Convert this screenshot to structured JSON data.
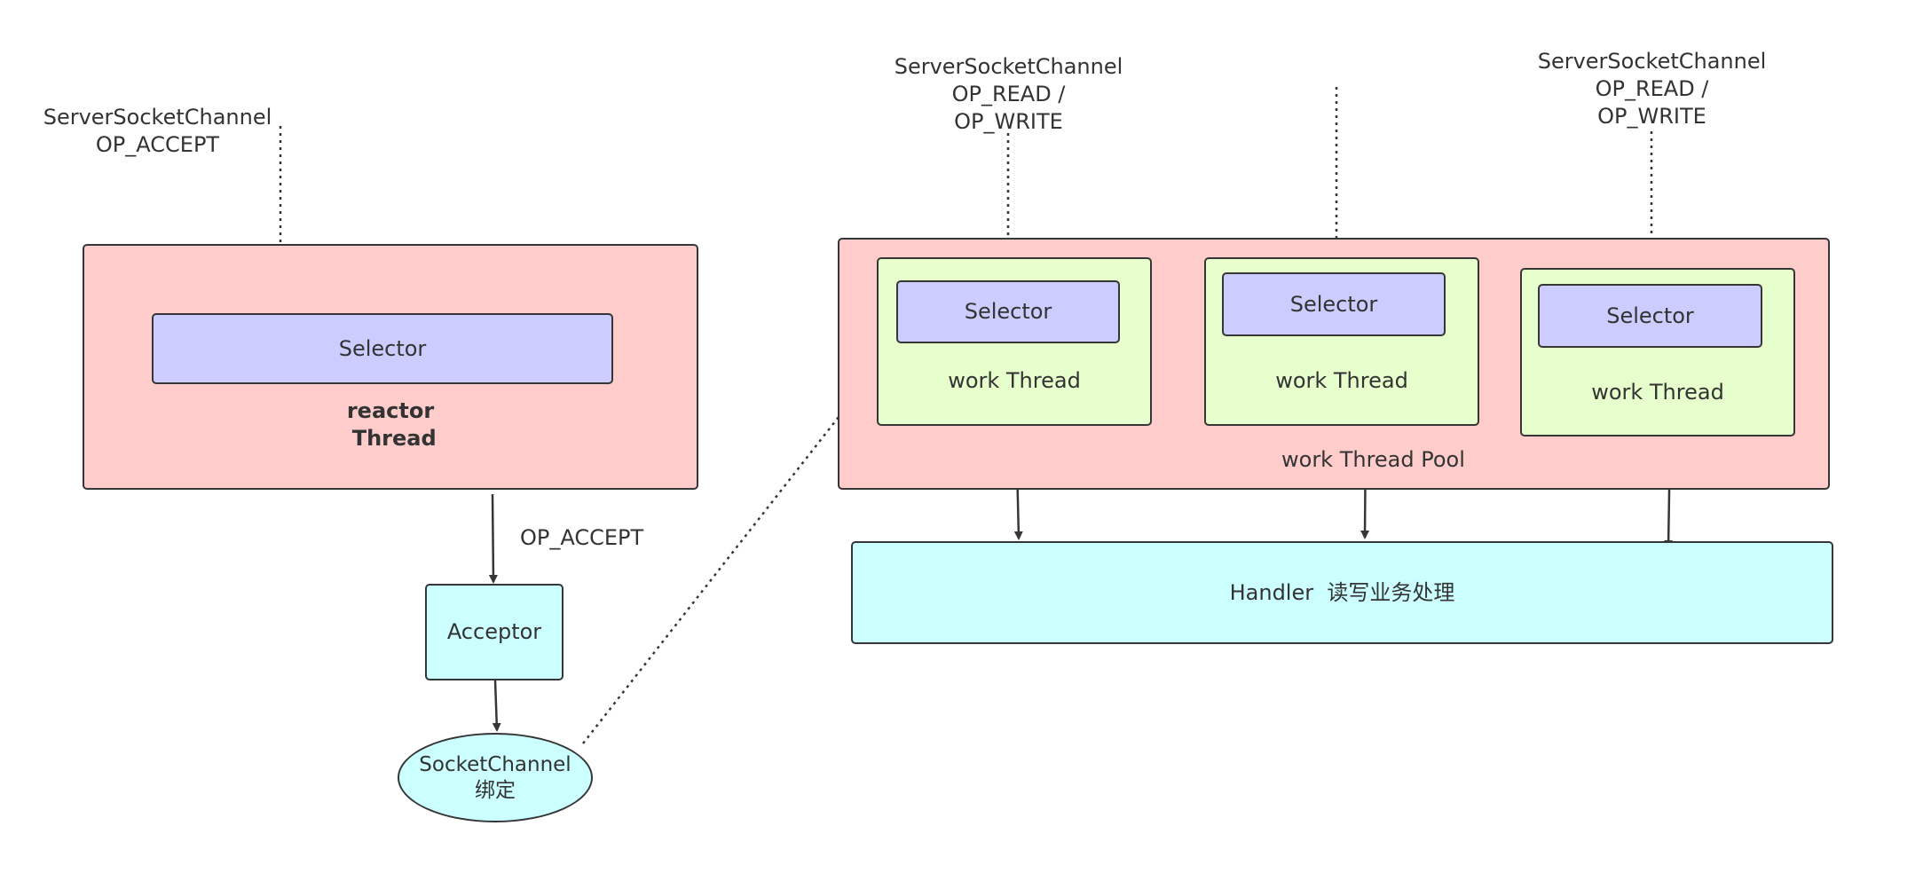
{
  "labels": {
    "ssc_accept": "ServerSocketChannel\nOP_ACCEPT",
    "ssc_rw_1": "ServerSocketChannel\nOP_READ /\nOP_WRITE",
    "ssc_rw_3": "ServerSocketChannel\nOP_READ /\nOP_WRITE",
    "op_accept_edge": "OP_ACCEPT"
  },
  "reactor": {
    "selector": "Selector",
    "title": "reactor\n Thread"
  },
  "acceptor": "Acceptor",
  "socket_channel": "SocketChannel\n绑定",
  "pool": {
    "title": "work Thread Pool",
    "workers": [
      {
        "selector": "Selector",
        "label": "work Thread"
      },
      {
        "selector": "Selector",
        "label": "work Thread"
      },
      {
        "selector": "Selector",
        "label": "work Thread"
      }
    ]
  },
  "handler": "Handler  读写业务处理",
  "colors": {
    "reactor_fill": "#ffcccc",
    "selector_fill": "#ccccff",
    "worker_fill": "#e6ffcc",
    "handler_fill": "#ccffff",
    "stroke": "#363636"
  }
}
